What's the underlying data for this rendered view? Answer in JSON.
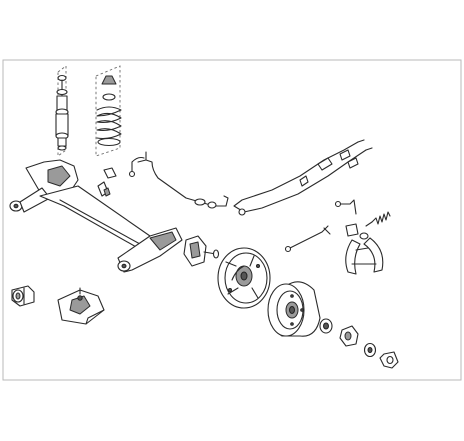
{
  "diagram": {
    "kind": "exploded-parts-drawing",
    "parts": [
      {
        "id": "shock-absorber",
        "icon": "shock-absorber-icon"
      },
      {
        "id": "coil-spring",
        "icon": "coil-spring-icon"
      },
      {
        "id": "stabilizer-bar",
        "icon": "stabilizer-bar-icon"
      },
      {
        "id": "rear-axle-beam",
        "icon": "axle-beam-icon"
      },
      {
        "id": "bushing-clip",
        "icon": "bushing-clip-icon"
      },
      {
        "id": "axle-bushing",
        "icon": "axle-bushing-icon"
      },
      {
        "id": "axle-mount-bracket",
        "icon": "mount-bracket-icon"
      },
      {
        "id": "wheel-hub-stub",
        "icon": "hub-stub-icon"
      },
      {
        "id": "brake-backing-plate",
        "icon": "backing-plate-icon"
      },
      {
        "id": "brake-drum",
        "icon": "brake-drum-icon"
      },
      {
        "id": "wheel-bearings",
        "icon": "wheel-bearing-icon"
      },
      {
        "id": "handbrake-cables",
        "icon": "brake-cable-icon"
      },
      {
        "id": "brake-shoes",
        "icon": "brake-shoe-icon"
      },
      {
        "id": "return-spring",
        "icon": "return-spring-icon"
      },
      {
        "id": "brake-hose",
        "icon": "brake-hose-icon"
      }
    ]
  }
}
